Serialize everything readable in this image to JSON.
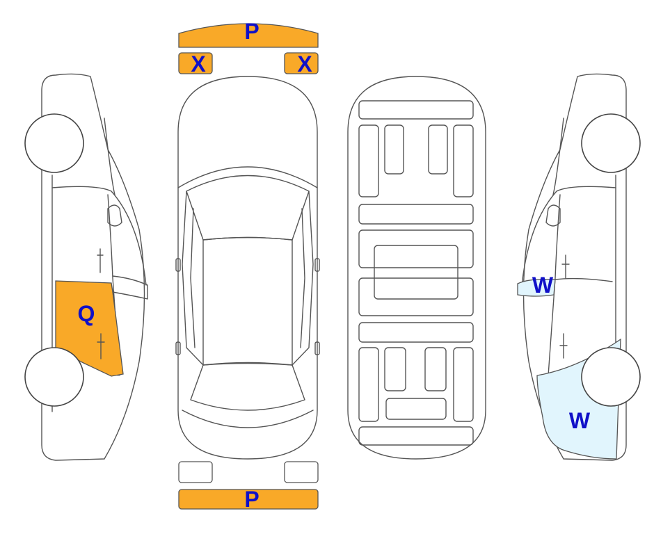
{
  "colors": {
    "damage_orange": "#F9A928",
    "damage_light_blue": "#E1F5FD",
    "code_text": "#1010C8",
    "outline": "#555555"
  },
  "codes": {
    "front_bumper": "P",
    "front_left_light": "X",
    "front_right_light": "X",
    "rear_bumper": "P",
    "left_side_door": "Q",
    "right_side_window": "W",
    "right_side_rear_quarter": "W"
  }
}
